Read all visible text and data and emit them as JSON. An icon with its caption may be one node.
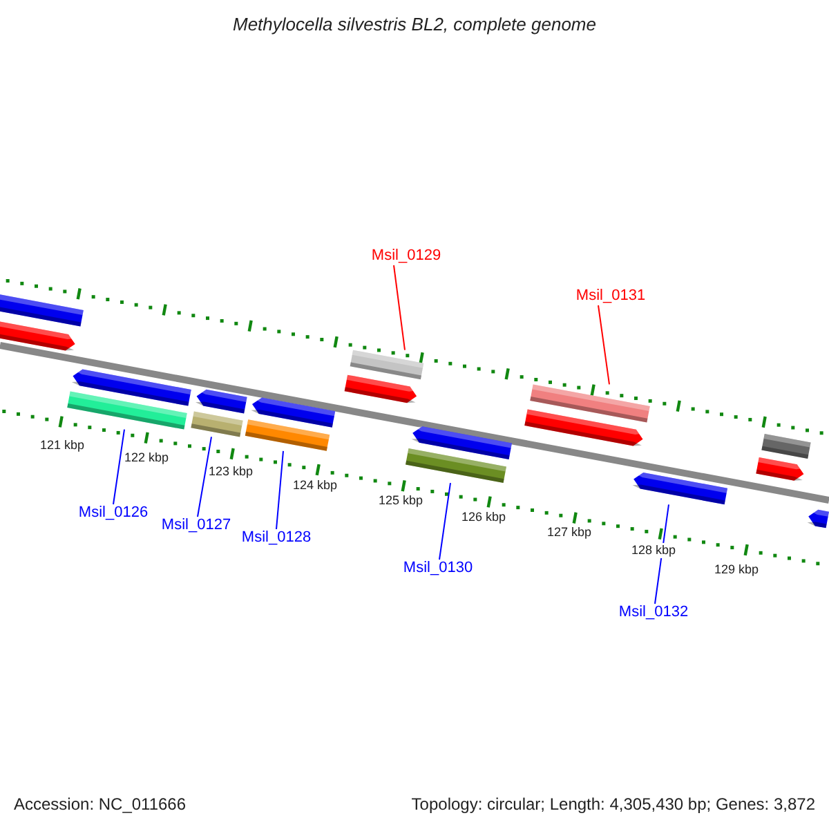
{
  "diagram": {
    "title": "Methylocella silvestris BL2, complete genome",
    "nodes": [
      {
        "text": [
          "Msil_0129"
        ]
      },
      {
        "text": [
          "Msil_0131"
        ]
      },
      {
        "text": [
          "Msil_0126"
        ]
      },
      {
        "text": [
          "Msil_0127"
        ]
      },
      {
        "text": [
          "Msil_0128"
        ]
      },
      {
        "text": [
          "Msil_0130"
        ]
      },
      {
        "text": [
          "Msil_0132"
        ]
      },
      {
        "text": [],
        "shape": "bar"
      },
      {
        "text": [],
        "shape": "bar"
      },
      {
        "text": [],
        "shape": "bar"
      },
      {
        "text": [],
        "shape": "bar"
      },
      {
        "text": [],
        "shape": "bar"
      },
      {
        "text": [],
        "shape": "bar"
      },
      {
        "text": [],
        "shape": "bar"
      },
      {
        "text": [],
        "shape": "bar"
      },
      {
        "text": [],
        "shape": "bar"
      },
      {
        "text": [],
        "shape": "bar"
      },
      {
        "text": [],
        "shape": "bar"
      },
      {
        "text": [],
        "shape": "bar"
      },
      {
        "text": [],
        "shape": "bar"
      },
      {
        "text": [],
        "shape": "bar"
      },
      {
        "text": [],
        "shape": "bar"
      },
      {
        "text": [],
        "shape": "bar"
      },
      {
        "text": [],
        "shape": "bar"
      },
      {
        "text": [],
        "shape": "bar"
      }
    ],
    "edges": [
      {
        "from": 0,
        "to": 16,
        "arrow": "none",
        "color": "#ff0000"
      },
      {
        "from": 1,
        "to": 20,
        "arrow": "none",
        "color": "#ff0000"
      },
      {
        "from": 2,
        "to": 9,
        "arrow": "none"
      },
      {
        "from": 3,
        "to": 11,
        "arrow": "none"
      },
      {
        "from": 4,
        "to": 13,
        "arrow": "none"
      },
      {
        "from": 5,
        "to": 17,
        "arrow": "none"
      },
      {
        "from": 6,
        "to": 21,
        "arrow": "none"
      }
    ],
    "labels": [
      "121 kbp",
      "122 kbp",
      "123 kbp",
      "124 kbp",
      "125 kbp",
      "126 kbp",
      "127 kbp",
      "128 kbp",
      "129 kbp",
      "Accession: NC_011666",
      "Topology: circular; Length: 4,305,430 bp; Genes: 3,872"
    ]
  }
}
